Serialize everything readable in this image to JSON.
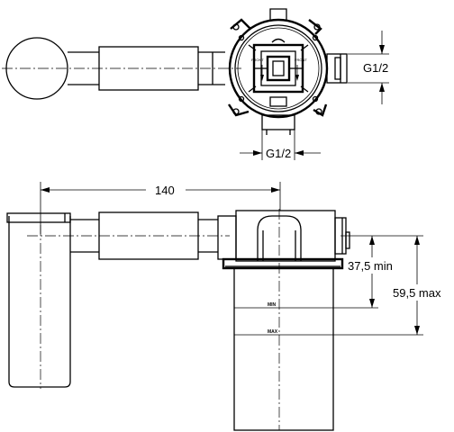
{
  "dimensions": {
    "thread_right": "G1/2",
    "thread_bottom": "G1/2",
    "horizontal_length": "140",
    "min_depth": "37,5 min",
    "max_depth": "59,5 max"
  },
  "scale_marks": {
    "min_label": "MIN",
    "max_label": "MAX"
  },
  "valve_markings": {
    "left": "FRONT",
    "right": "FRONT"
  }
}
